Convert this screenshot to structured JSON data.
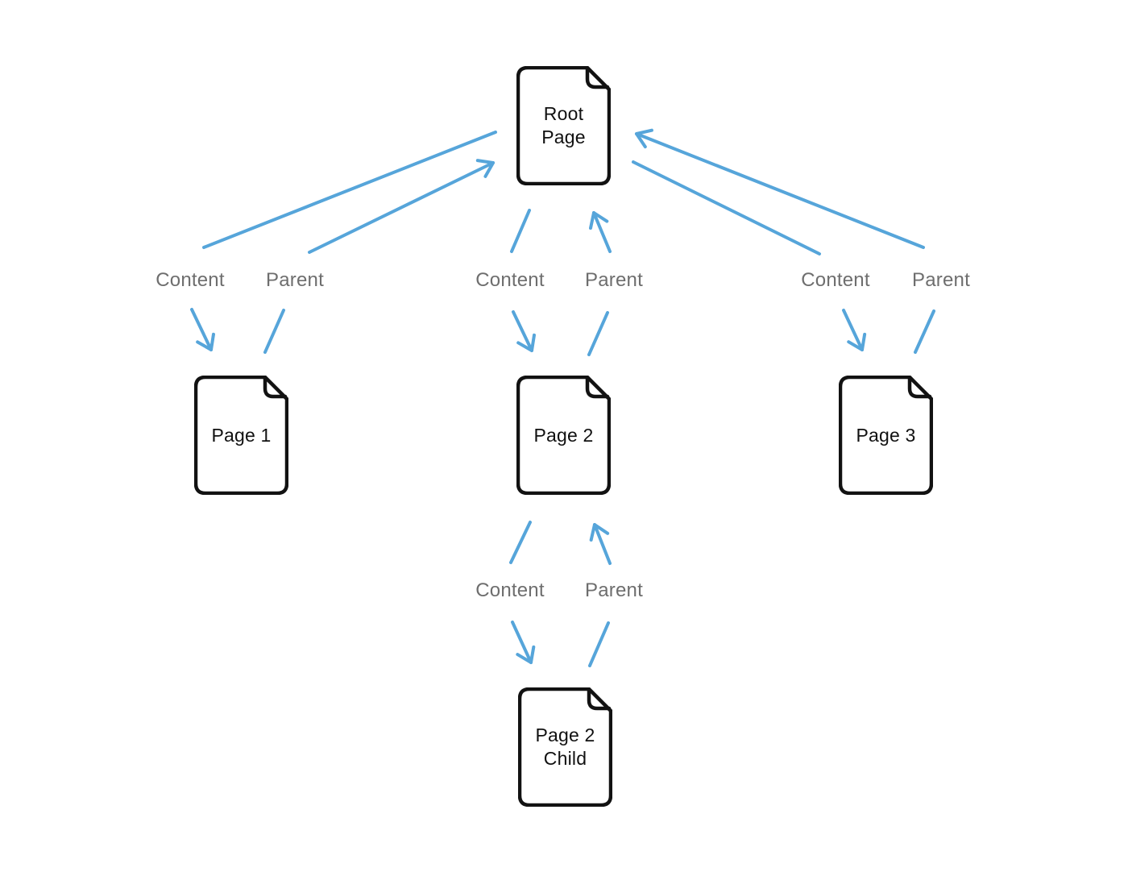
{
  "diagram": {
    "type": "page-hierarchy",
    "nodes": [
      {
        "id": "root",
        "label": "Root Page"
      },
      {
        "id": "page1",
        "label": "Page 1"
      },
      {
        "id": "page2",
        "label": "Page 2"
      },
      {
        "id": "page3",
        "label": "Page 3"
      },
      {
        "id": "page2child",
        "label": "Page 2 Child"
      }
    ],
    "edges": [
      {
        "from": "Root Page",
        "to": "Page 1",
        "content_label": "Content",
        "parent_label": "Parent"
      },
      {
        "from": "Root Page",
        "to": "Page 2",
        "content_label": "Content",
        "parent_label": "Parent"
      },
      {
        "from": "Root Page",
        "to": "Page 3",
        "content_label": "Content",
        "parent_label": "Parent"
      },
      {
        "from": "Page 2",
        "to": "Page 2 Child",
        "content_label": "Content",
        "parent_label": "Parent"
      }
    ],
    "colors": {
      "arrow": "#56a5da",
      "edge_label": "#6e6e6e",
      "node_stroke": "#121212",
      "node_text": "#111111",
      "background": "#ffffff"
    }
  }
}
